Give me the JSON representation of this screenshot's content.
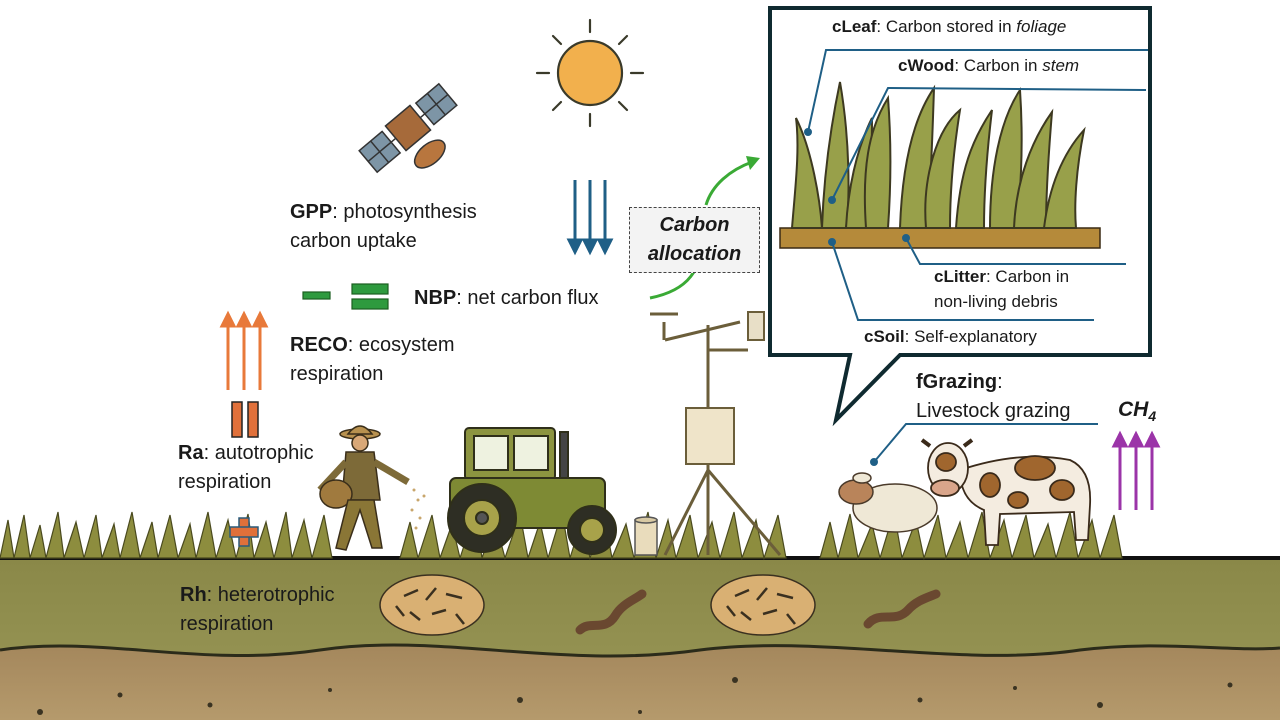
{
  "labels": {
    "gpp": {
      "abbr": "GPP",
      "text1": ": photosynthesis",
      "text2": "carbon uptake"
    },
    "nbp": {
      "abbr": "NBP",
      "text": ": net carbon flux"
    },
    "reco": {
      "abbr": "RECO",
      "text1": ": ecosystem",
      "text2": "respiration"
    },
    "ra": {
      "abbr": "Ra",
      "text1": ": autotrophic",
      "text2": "respiration"
    },
    "rh": {
      "abbr": "Rh",
      "text1": ": heterotrophic",
      "text2": "respiration"
    },
    "fgrazing": {
      "abbr": "fGrazing",
      "colon": ":",
      "text": "Livestock grazing"
    },
    "ch4": {
      "main": "CH",
      "sub": "4"
    },
    "allocation": {
      "line1": "Carbon",
      "line2": "allocation"
    }
  },
  "inset": {
    "cleaf": {
      "abbr": "cLeaf",
      "text": ": Carbon stored in ",
      "em": "foliage"
    },
    "cwood": {
      "abbr": "cWood",
      "text": ": Carbon in ",
      "em": "stem"
    },
    "clitter": {
      "abbr": "cLitter",
      "text1": ": Carbon in",
      "text2": "non-living debris"
    },
    "csoil": {
      "abbr": "cSoil",
      "text": ": Self-explanatory"
    }
  },
  "colors": {
    "gpp_arrow": "#1f5f86",
    "reco_arrow": "#e8793a",
    "ch4_arrow": "#9b34a8",
    "nbp_symbol": "#2e9a3e",
    "allocation_arrow": "#3aaa35",
    "leader_line": "#1f5f86",
    "soil_top": "#8c8a4a",
    "soil_bottom": "#a3845a",
    "grass": "#8d8d3e"
  },
  "icons": [
    "sun-icon",
    "satellite-icon",
    "farmer-icon",
    "tractor-icon",
    "flux-tower-icon",
    "sheep-icon",
    "cow-icon",
    "worm-icon",
    "microbe-icon"
  ]
}
